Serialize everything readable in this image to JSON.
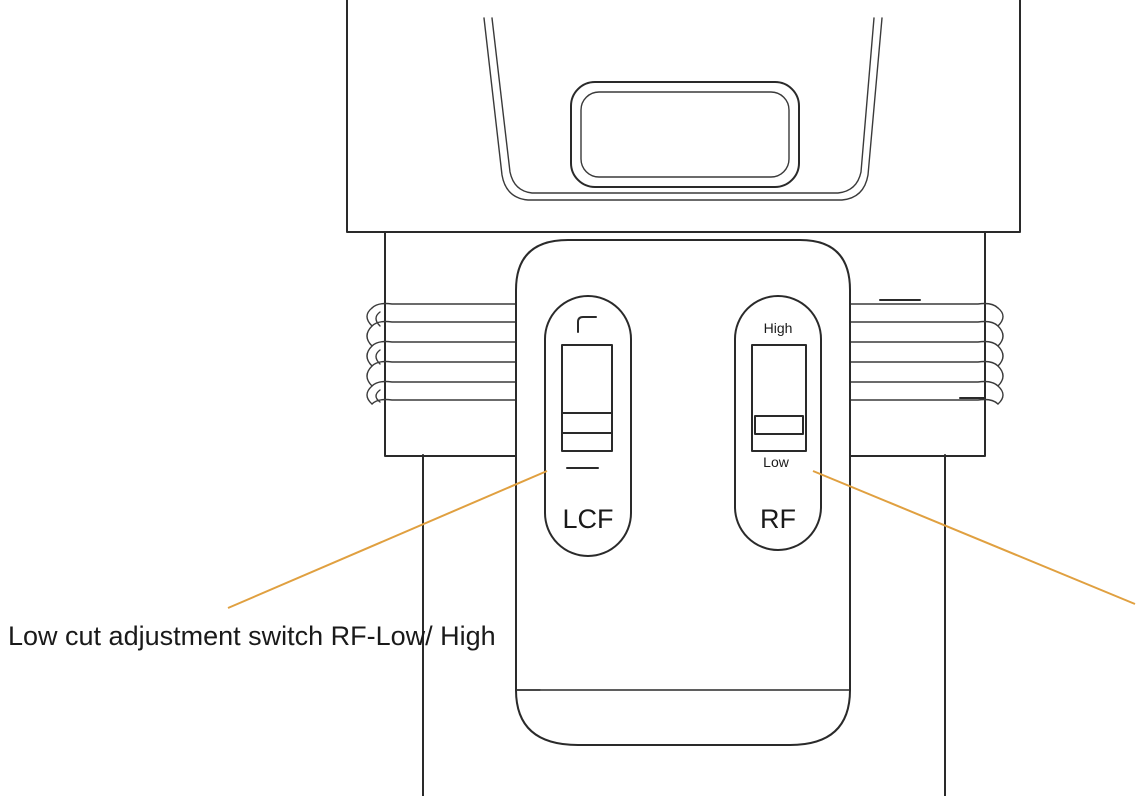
{
  "labels": {
    "lcf_switch": "LCF",
    "rf_switch": "RF",
    "rf_high": "High",
    "rf_low": "Low"
  },
  "callout": {
    "text": "Low cut adjustment switch RF-Low/ High"
  },
  "colors": {
    "leader_line": "#e0a040",
    "line_art": "#2a2a2a",
    "background": "#ffffff"
  },
  "switch_state": {
    "lcf": "down",
    "rf": "down"
  }
}
